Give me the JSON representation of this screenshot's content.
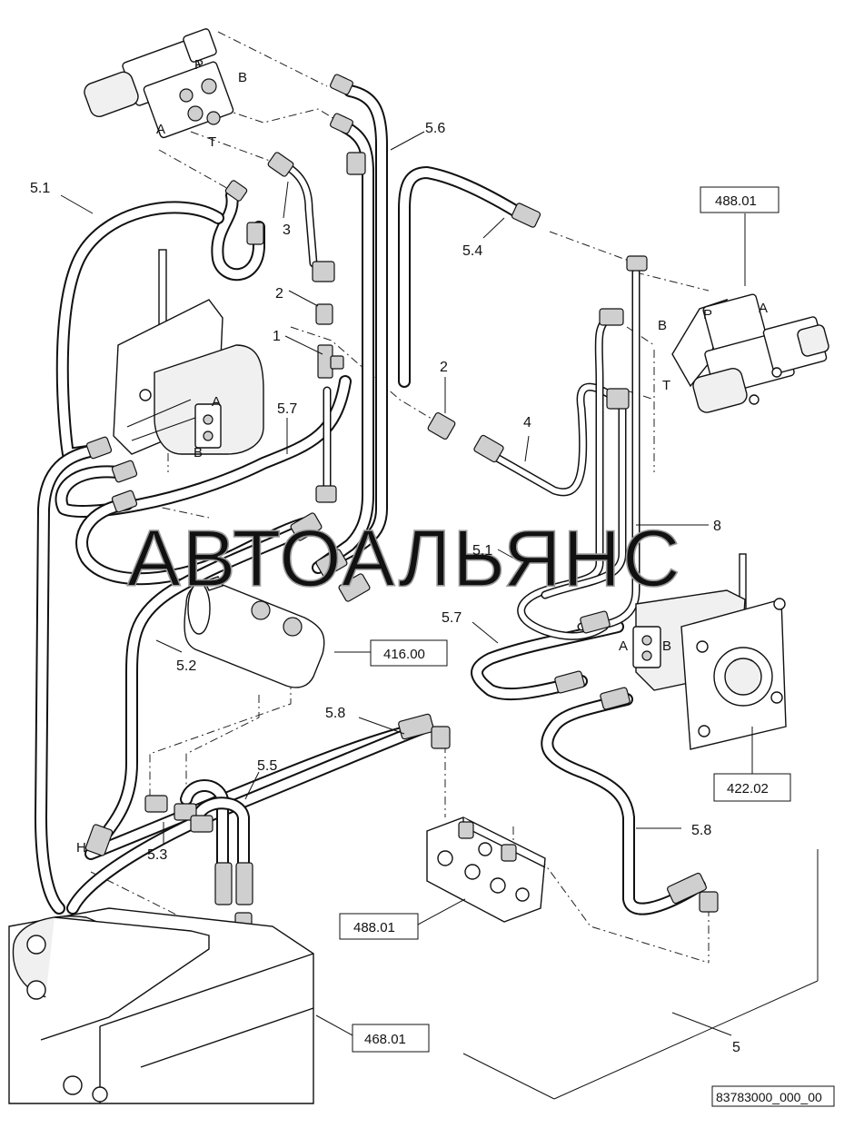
{
  "diagram": {
    "watermark": "АВТОАЛЬЯНС",
    "drawing_number": "83783000_000_00",
    "callouts": {
      "c5_6": "5.6",
      "c5_1_left": "5.1",
      "c3": "3",
      "c2_left": "2",
      "c1": "1",
      "c5_7_left": "5.7",
      "c5_4": "5.4",
      "c2_right": "2",
      "c4": "4",
      "c8": "8",
      "c5_1_right": "5.1",
      "c5_7_right": "5.7",
      "c5_2": "5.2",
      "c5_8_top": "5.8",
      "c5_5": "5.5",
      "c5_3": "5.3",
      "c5_8_right": "5.8",
      "c5": "5"
    },
    "ports": {
      "P_left": "P",
      "B_left": "B",
      "A_left": "A",
      "T_left": "T",
      "P_right": "P",
      "A_right": "A",
      "B_right": "B",
      "T_right": "T",
      "A_motor_left": "A",
      "B_motor_left": "B",
      "A_motor_right": "A",
      "B_motor_right": "B",
      "H": "H"
    },
    "references": {
      "valve_right": "488.01",
      "block_center": "416.00",
      "motor_right": "422.02",
      "manifold": "488.01",
      "tank": "468.01"
    }
  }
}
